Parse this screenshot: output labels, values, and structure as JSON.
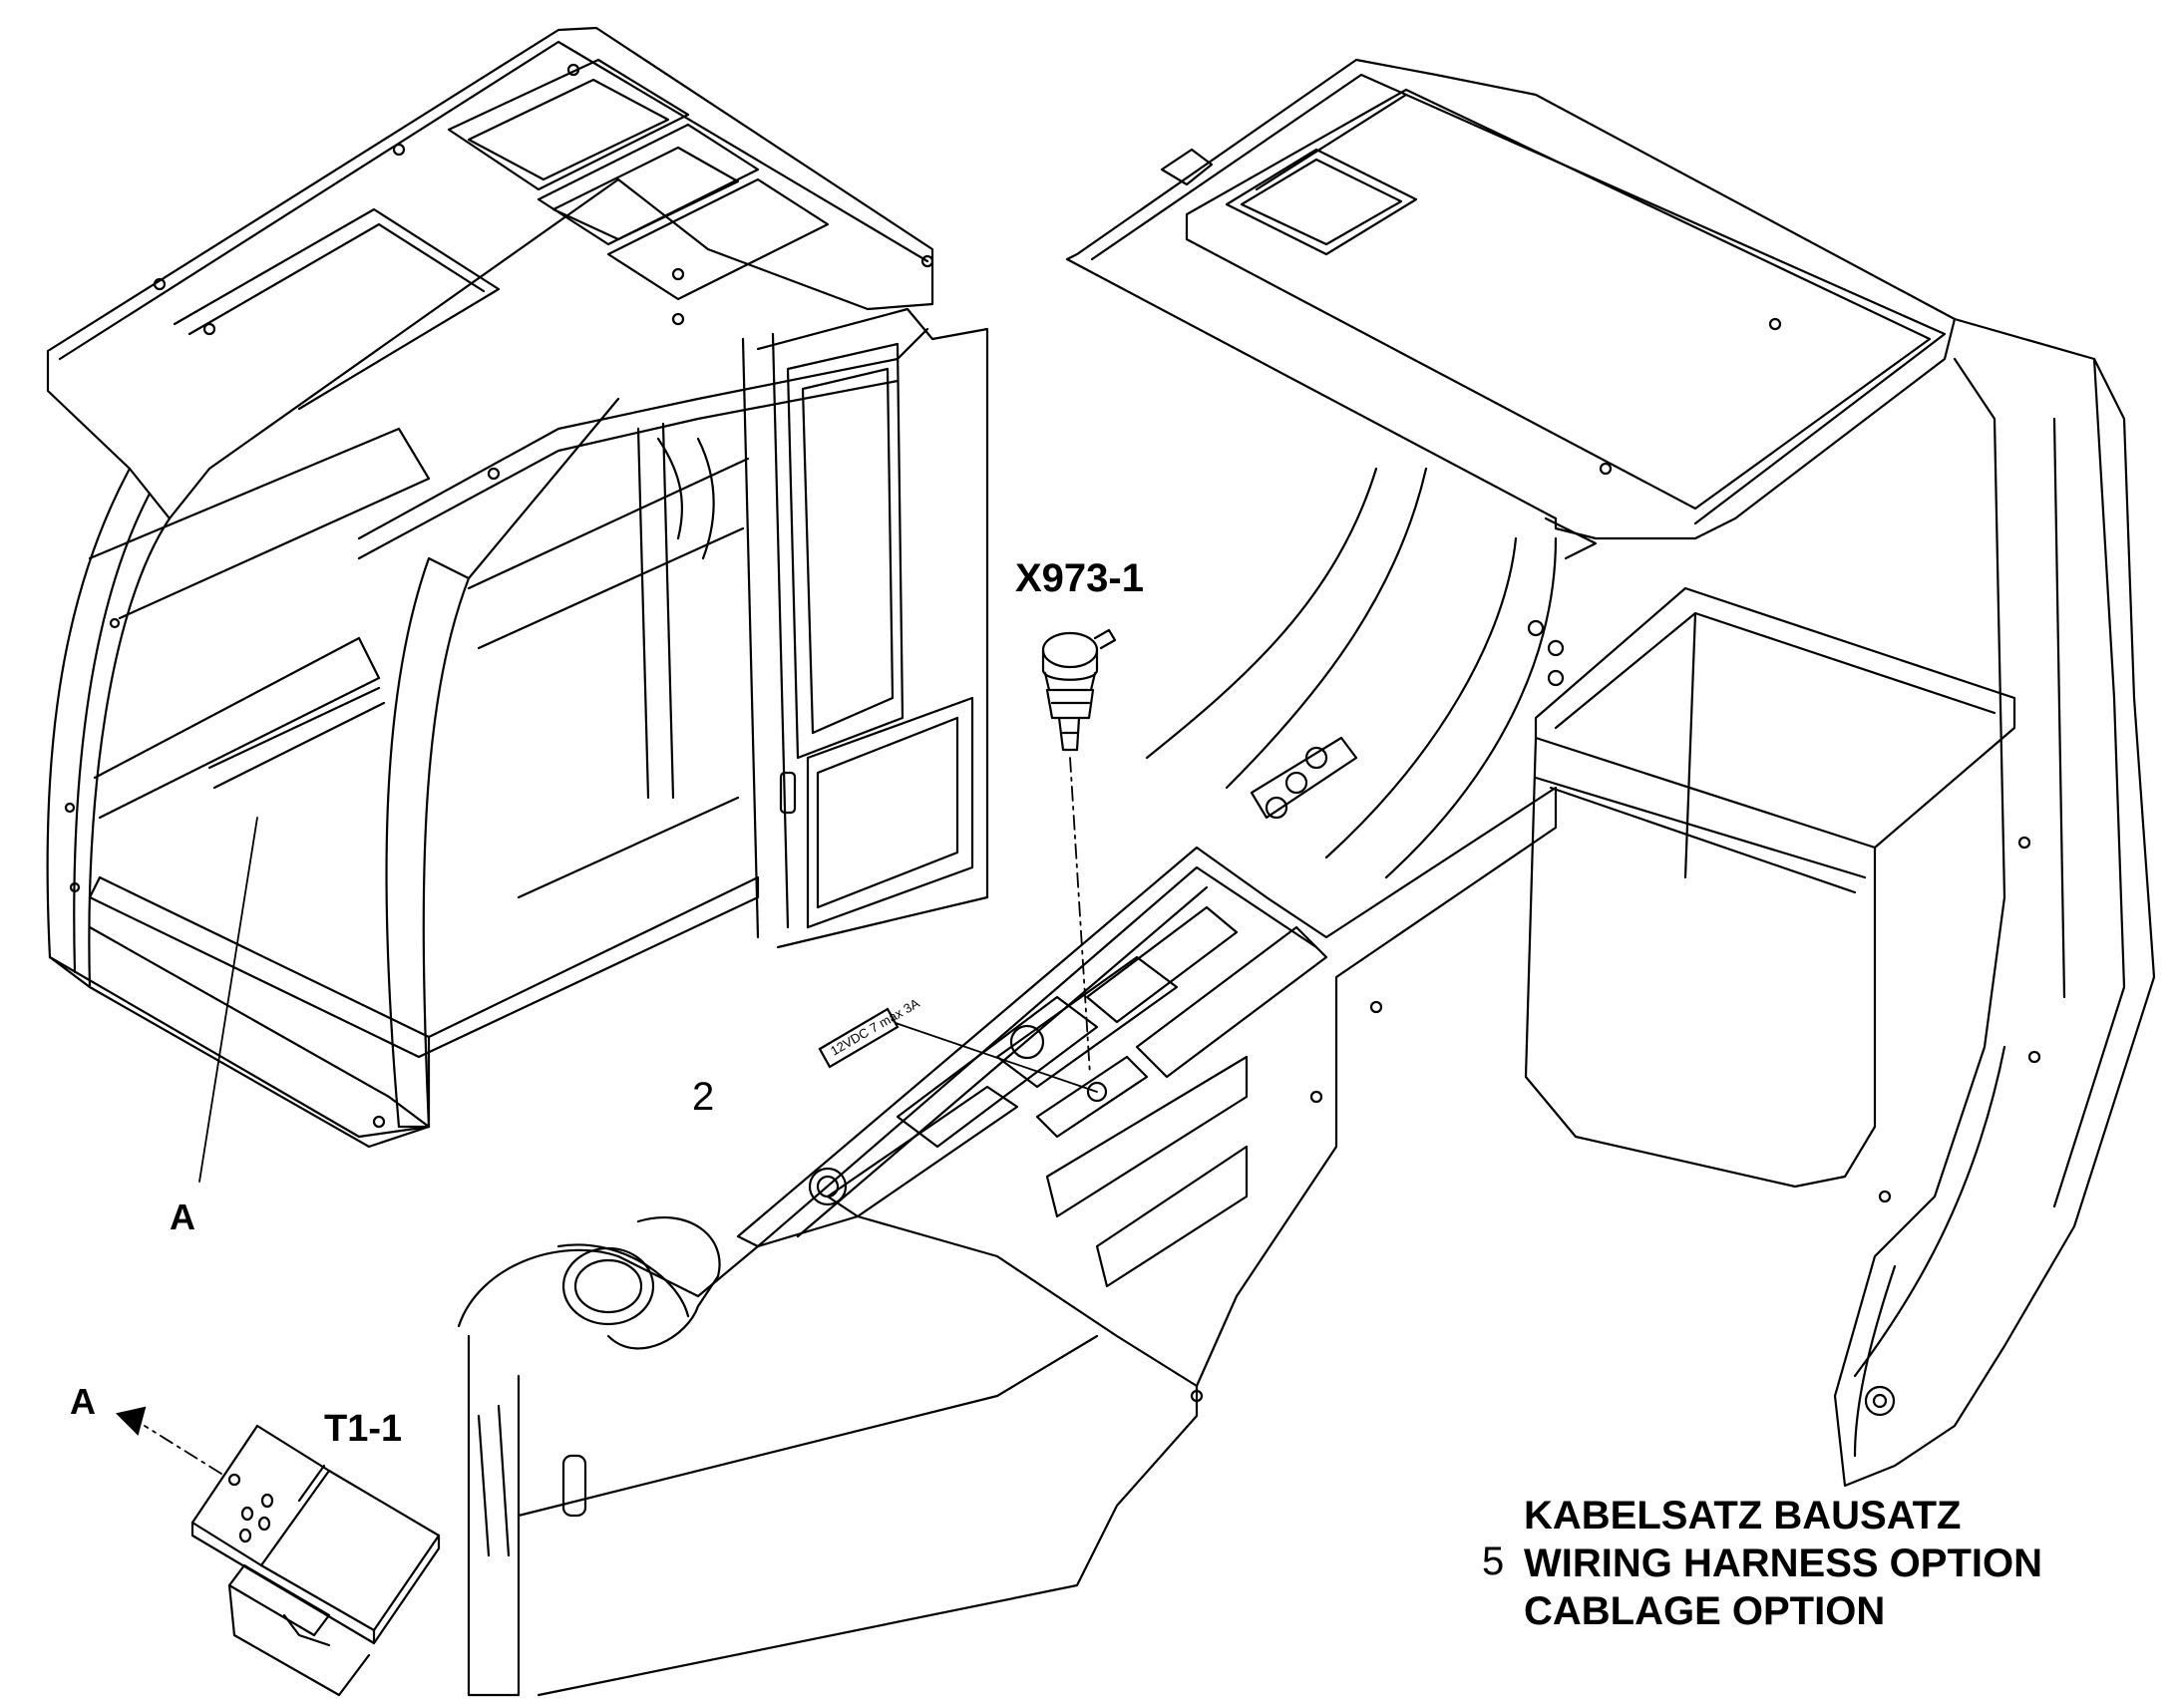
{
  "callouts": {
    "connector": "X973-1",
    "view_ref_top": "A",
    "view_ref_bottom": "A",
    "transformer": "T1-1",
    "item_number": "2"
  },
  "decal": {
    "text": "12VDC 7 max 3A"
  },
  "caption": {
    "item": "5",
    "line1": "KABELSATZ BAUSATZ",
    "line2": "WIRING HARNESS OPTION",
    "line3": "CABLAGE OPTION"
  },
  "colors": {
    "line": "#000000",
    "background": "#ffffff"
  }
}
